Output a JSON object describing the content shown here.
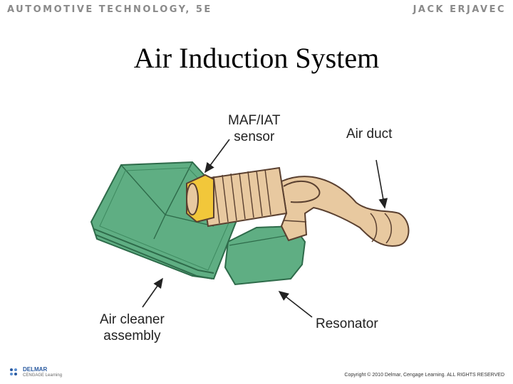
{
  "header": {
    "book_title": "AUTOMOTIVE TECHNOLOGY, 5E",
    "author": "JACK ERJAVEC"
  },
  "slide": {
    "title": "Air Induction System"
  },
  "labels": {
    "maf_line1": "MAF/IAT",
    "maf_line2": "sensor",
    "air_duct": "Air duct",
    "cleaner_line1": "Air cleaner",
    "cleaner_line2": "assembly",
    "resonator": "Resonator"
  },
  "footer": {
    "logo_line1": "DELMAR",
    "logo_line2": "CENGAGE Learning",
    "copyright": "Copyright © 2010 Delmar, Cengage Learning. ALL RIGHTS RESERVED"
  },
  "colors": {
    "housing_green": "#5fae83",
    "housing_dark": "#2e6b4a",
    "duct_tan": "#e8c9a0",
    "duct_outline": "#5a4030",
    "sensor_yellow": "#f2c73a"
  }
}
